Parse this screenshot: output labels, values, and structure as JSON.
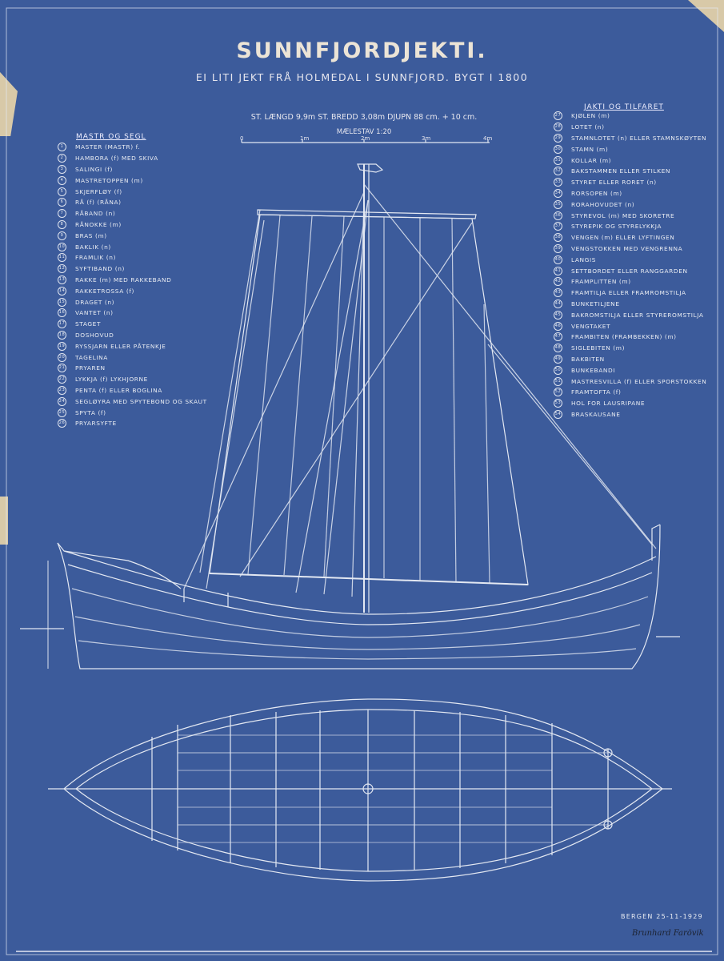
{
  "header": {
    "title": "SUNNFJORDJEKTI.",
    "subtitle": "EI LITI JEKT FRÅ HOLMEDAL I SUNNFJORD.  BYGT I 1800",
    "dimensions": "ST. LÆNGD 9,9m   ST. BREDD 3,08m  DJUPN  88 cm. + 10 cm.",
    "scale_label": "MÆLESTAV 1:20",
    "scale_ticks": [
      "0",
      "1m",
      "2m",
      "3m",
      "4m"
    ]
  },
  "left_list": {
    "heading": "MASTR OG SEGL",
    "items": [
      {
        "n": "1",
        "label": "MASTER (MASTR) f."
      },
      {
        "n": "2",
        "label": "HAMBORA (f) MED SKIVA"
      },
      {
        "n": "3",
        "label": "SALINGI (f)"
      },
      {
        "n": "4",
        "label": "MASTRETOPPEN (m)"
      },
      {
        "n": "5",
        "label": "SKJERFLØY (f)"
      },
      {
        "n": "6",
        "label": "RÅ (f) (RÅNA)"
      },
      {
        "n": "7",
        "label": "RÅBAND (n)"
      },
      {
        "n": "8",
        "label": "RÅNOKKE (m)"
      },
      {
        "n": "9",
        "label": "BRAS (m)"
      },
      {
        "n": "10",
        "label": "BAKLIK (n)"
      },
      {
        "n": "11",
        "label": "FRAMLIK (n)"
      },
      {
        "n": "12",
        "label": "SYFTIBAND (n)"
      },
      {
        "n": "13",
        "label": "RAKKE (m) MED RAKKEBAND"
      },
      {
        "n": "14",
        "label": "RAKKETROSSA (f)"
      },
      {
        "n": "15",
        "label": "DRAGET (n)"
      },
      {
        "n": "16",
        "label": "VANTET (n)"
      },
      {
        "n": "17",
        "label": "STAGET"
      },
      {
        "n": "18",
        "label": "DOSHOVUD"
      },
      {
        "n": "19",
        "label": "RYSSJARN ELLER PÅTENKJE"
      },
      {
        "n": "20",
        "label": "TAGELINA"
      },
      {
        "n": "21",
        "label": "PRYAREN"
      },
      {
        "n": "22",
        "label": "LYKKJA (f) LYKHJORNE"
      },
      {
        "n": "23",
        "label": "PENTA (f) ELLER BOGLINA"
      },
      {
        "n": "24",
        "label": "SEGLØYRA MED SPYTEBOND OG SKAUT"
      },
      {
        "n": "25",
        "label": "SPYTA (f)"
      },
      {
        "n": "26",
        "label": "PRYARSYFTE"
      }
    ]
  },
  "right_list": {
    "heading": "JAKTI OG TILFARET",
    "items": [
      {
        "n": "27",
        "label": "KJØLEN (m)"
      },
      {
        "n": "28",
        "label": "LOTET (n)"
      },
      {
        "n": "29",
        "label": "STAMNLOTET (n) ELLER STAMNSKØYTEN"
      },
      {
        "n": "30",
        "label": "STAMN (m)"
      },
      {
        "n": "31",
        "label": "KOLLAR (m)"
      },
      {
        "n": "32",
        "label": "BAKSTAMMEN ELLER STILKEN"
      },
      {
        "n": "33",
        "label": "STYRET ELLER RORET (n)"
      },
      {
        "n": "34",
        "label": "RORSOPEN (m)"
      },
      {
        "n": "35",
        "label": "RORAHOVUDET (n)"
      },
      {
        "n": "36",
        "label": "STYREVOL (m) MED SKORETRE"
      },
      {
        "n": "37",
        "label": "STYREPIK OG STYRELYKKJA"
      },
      {
        "n": "38",
        "label": "VENGEN (m) ELLER LYFTINGEN"
      },
      {
        "n": "39",
        "label": "VENGSTOKKEN MED VENGRENNA"
      },
      {
        "n": "40",
        "label": "LANGIS"
      },
      {
        "n": "41",
        "label": "SETTBORDET ELLER RANGGARDEN"
      },
      {
        "n": "42",
        "label": "FRAMPLITTEN (m)"
      },
      {
        "n": "43",
        "label": "FRAMTILJA ELLER FRAMROMSTILJA"
      },
      {
        "n": "44",
        "label": "BUNKETILJENE"
      },
      {
        "n": "45",
        "label": "BAKROMSTILJA ELLER STYREROMSTILJA"
      },
      {
        "n": "46",
        "label": "VENGTAKET"
      },
      {
        "n": "47",
        "label": "FRAMBITEN (FRAMBEKKEN) (m)"
      },
      {
        "n": "48",
        "label": "SIGLEBITEN (m)"
      },
      {
        "n": "49",
        "label": "BAKBITEN"
      },
      {
        "n": "50",
        "label": "BUNKEBANDI"
      },
      {
        "n": "51",
        "label": "MASTRESVILLA (f) ELLER SPORSTOKKEN"
      },
      {
        "n": "52",
        "label": "FRAMTOFTA (f)"
      },
      {
        "n": "53",
        "label": "HOL FOR LAUSRIPANE"
      },
      {
        "n": "54",
        "label": "BRASKAUSANE"
      }
    ]
  },
  "footer": {
    "place_date": "BERGEN  25-11-1929",
    "signature": "Brunhard Farövik"
  },
  "colors": {
    "paper": "#3c5b9b",
    "line": "#e3e8f2",
    "edge": "#d8c9a8"
  }
}
